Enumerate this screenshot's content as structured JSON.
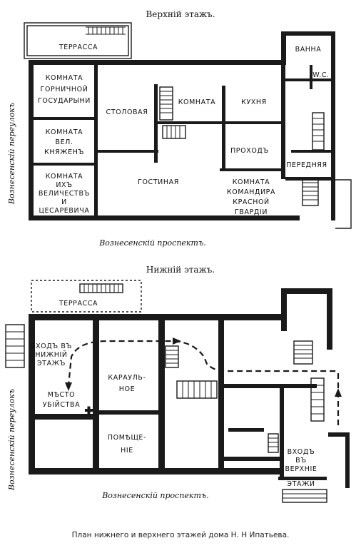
{
  "upper_floor": {
    "title": "Верхній этажъ.",
    "street_bottom": "Вознесенскій проспектъ.",
    "street_left": "Вознесенскій переулокъ",
    "rooms": {
      "terrace": [
        "ТЕРРАССА"
      ],
      "bath": [
        "ВАННА"
      ],
      "wc": [
        "W.C."
      ],
      "maid": [
        "КОМНАТА",
        "ГОРНИЧНОЙ",
        "ГОСУДАРЫНИ"
      ],
      "dining": [
        "СТОЛОВАЯ"
      ],
      "room": [
        "КОМНАТА"
      ],
      "kitchen": [
        "КУХНЯ"
      ],
      "princesses": [
        "КОМНАТА",
        "ВЕЛ.",
        "КНЯЖЕНЪ"
      ],
      "passage": [
        "ПРОХОДЪ"
      ],
      "hall": [
        "ПЕРЕДНЯЯ"
      ],
      "majesties": [
        "КОМНАТА",
        "ИХЪ",
        "ВЕЛИЧЕСТВЪ",
        "И",
        "ЦЕСАРЕВИЧА"
      ],
      "drawing": [
        "ГОСТИНАЯ"
      ],
      "commander": [
        "КОМНАТА",
        "КОМАНДИРА",
        "КРАСНОЙ",
        "ГВАРДІИ"
      ]
    }
  },
  "lower_floor": {
    "title": "Нижній этажъ.",
    "street_bottom": "Вознесенскій проспектъ.",
    "street_left": "Вознесенскій переулокъ",
    "rooms": {
      "terrace": [
        "ТЕРРАССА"
      ],
      "entrance_lower": [
        "ВХОДЪ ВЪ",
        "НИЖНІЙ",
        "ЭТАЖЪ"
      ],
      "guard1": [
        "КАРАУЛЬ-",
        "НОЕ"
      ],
      "murder": [
        "МѢСТО",
        "УБІЙСТВА"
      ],
      "guard2": [
        "ПОМѢЩЕ-",
        "НІЕ"
      ],
      "entrance_upper": [
        "ВХОДЪ",
        "ВЪ",
        "ВЕРХНІЕ"
      ],
      "floors": [
        "ЭТАЖИ"
      ]
    }
  },
  "caption": "План нижнего и верхнего этажей дома Н. Н Ипатьева."
}
